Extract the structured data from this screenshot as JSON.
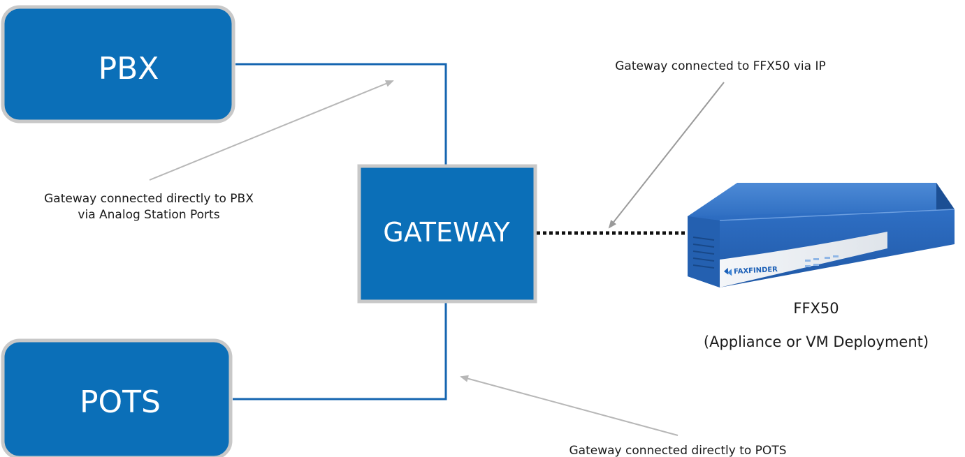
{
  "nodes": {
    "pbx": "PBX",
    "pots": "POTS",
    "gateway": "GATEWAY"
  },
  "device": {
    "brand_logo": "FAXFINDER",
    "name": "FFX50",
    "subtitle": "(Appliance or VM Deployment)"
  },
  "annotations": {
    "ip_link": "Gateway connected to FFX50 via IP",
    "pbx_link_line1": "Gateway connected directly to PBX",
    "pbx_link_line2": "via Analog Station Ports",
    "pots_link": "Gateway connected directly to POTS"
  },
  "colors": {
    "node_fill": "#0b6fb8",
    "node_border": "#c8c8c8",
    "connector": "#1565b0",
    "ip_link": "#111111",
    "arrow": "#b7b7b7",
    "device_body": "#2f74c9"
  }
}
